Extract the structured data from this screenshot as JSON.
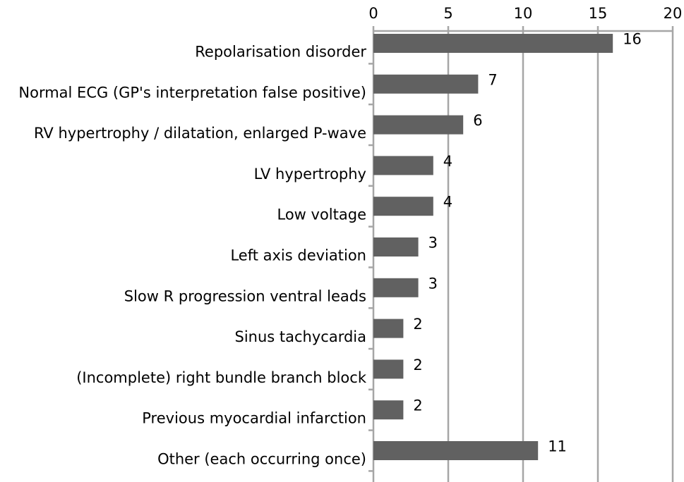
{
  "chart_data": {
    "type": "bar",
    "orientation": "horizontal",
    "categories": [
      "Repolarisation disorder",
      "Normal ECG (GP's interpretation false positive)",
      "RV hypertrophy / dilatation, enlarged P-wave",
      "LV hypertrophy",
      "Low voltage",
      "Left axis deviation",
      "Slow R progression ventral leads",
      "Sinus tachycardia",
      "(Incomplete) right bundle branch block",
      "Previous myocardial infarction",
      "Other (each occurring once)"
    ],
    "values": [
      16,
      7,
      6,
      4,
      4,
      3,
      3,
      2,
      2,
      2,
      11
    ],
    "title": "",
    "xlabel": "",
    "ylabel": "",
    "xlim": [
      0,
      20
    ],
    "x_ticks": [
      0,
      5,
      10,
      15,
      20
    ],
    "axis_position": "top",
    "grid": true,
    "data_labels": true,
    "legend": "none",
    "colors": {
      "bar": "#616161",
      "grid": "#a6a6a6",
      "text": "#000000"
    }
  }
}
